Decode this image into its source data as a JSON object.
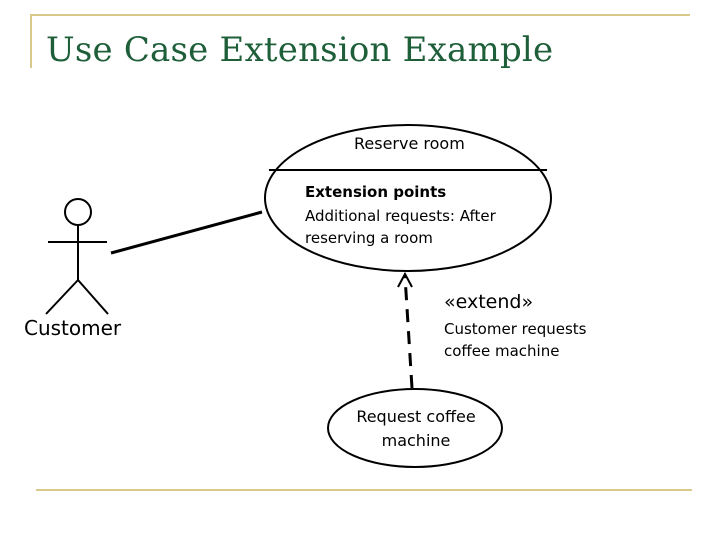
{
  "slide": {
    "title": "Use Case Extension Example",
    "accent_color": "#1e5f3a",
    "rule_color": "#d8c98a"
  },
  "diagram": {
    "actor": {
      "label": "Customer"
    },
    "base_use_case": {
      "name": "Reserve room",
      "extension_points_heading": "Extension points",
      "extension_point_line1": "Additional requests:  After",
      "extension_point_line2": "reserving a room"
    },
    "extend_relation": {
      "stereotype": "«extend»",
      "condition_line1": "Customer requests",
      "condition_line2": "coffee machine"
    },
    "extending_use_case": {
      "name_line1": "Request coffee",
      "name_line2": "machine"
    }
  }
}
